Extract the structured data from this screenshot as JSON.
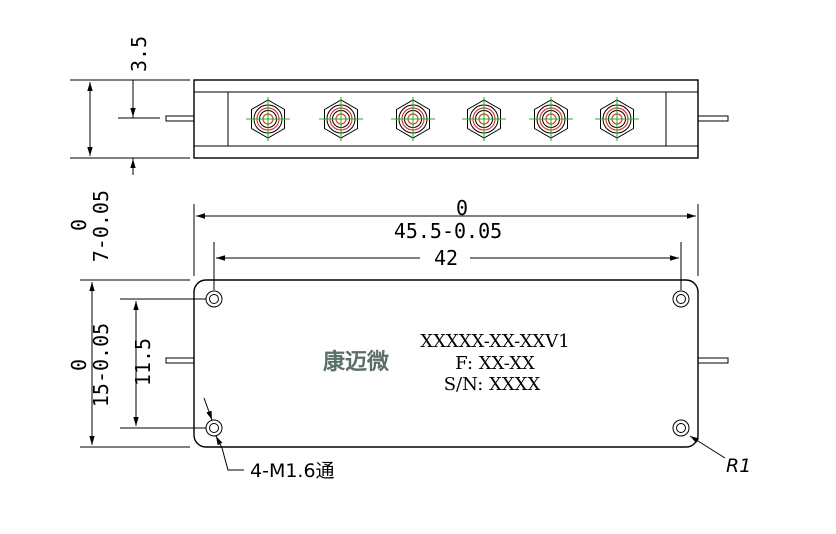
{
  "top_view": {
    "height_dim": "3.5",
    "thickness_dim_nominal": "0",
    "thickness_dim_value": "7-0.05"
  },
  "length_dims": {
    "overall_nominal": "0",
    "overall_value": "45.5-0.05",
    "hole_spacing": "42"
  },
  "width_dims": {
    "overall_nominal": "0",
    "overall_value": "15-0.05",
    "hole_spacing": "11.5"
  },
  "labels": {
    "brand": "康迈微",
    "part_number": "XXXXX-XX-XXV1",
    "frequency": "F: XX-XX",
    "serial": "S/N: XXXX"
  },
  "callouts": {
    "holes": "4-M1.6通",
    "corner_radius": "R1"
  },
  "colors": {
    "outline": "#000000",
    "connector_ring": "#e53935",
    "center_mark": "#1db31d",
    "brand_text": "#5a6e6a"
  }
}
